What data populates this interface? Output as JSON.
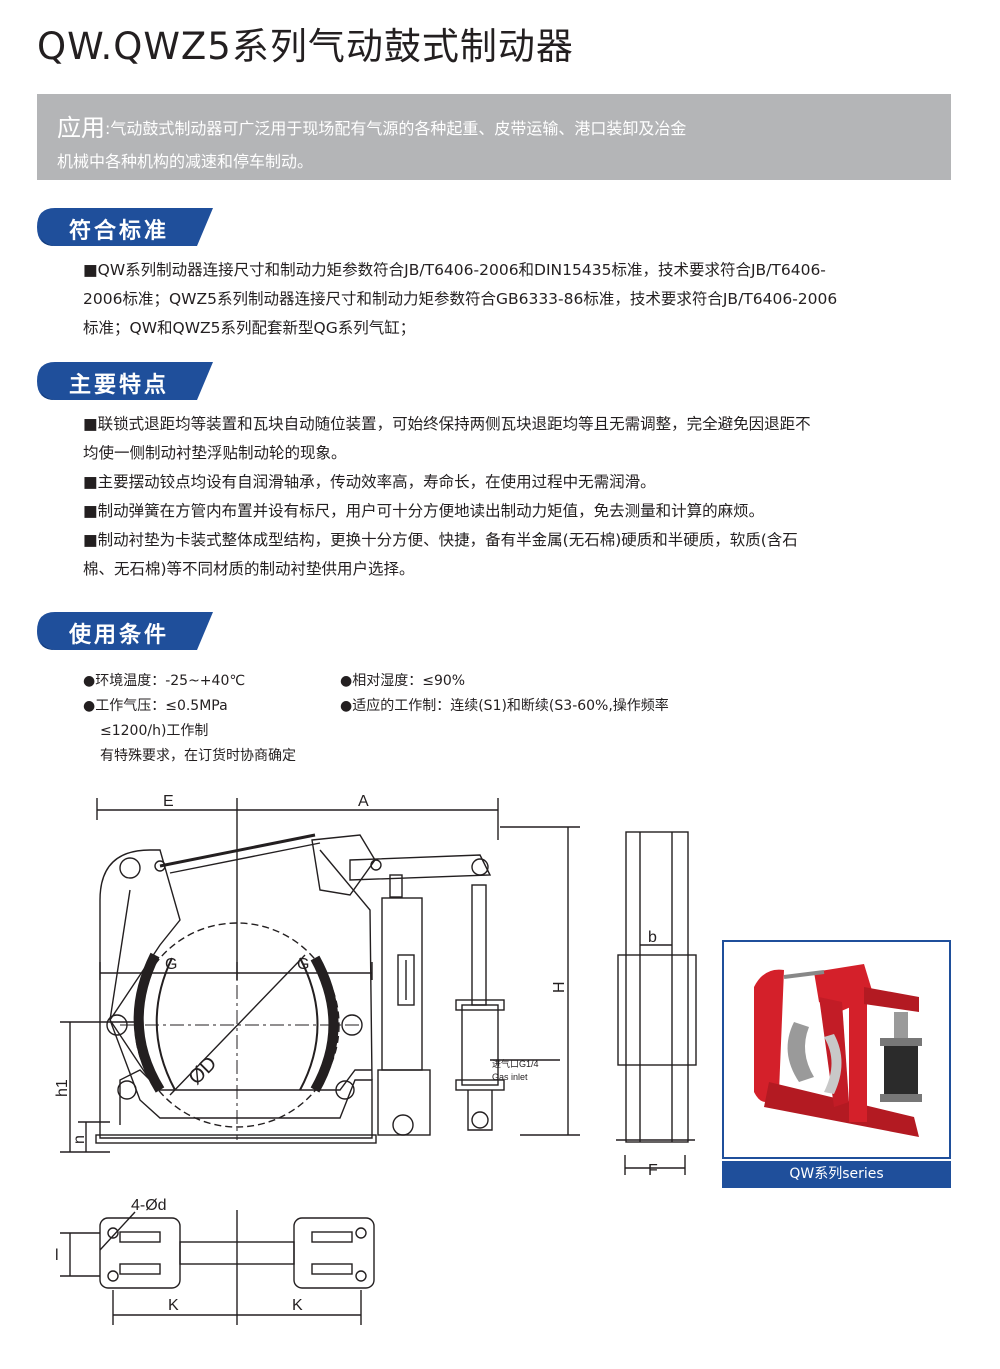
{
  "title": "QW.QWZ5系列气动鼓式制动器",
  "application": {
    "label": "应用",
    "line1": ":气动鼓式制动器可广泛用于现场配有气源的各种起重、皮带运输、港口装卸及冶金",
    "line2": "机械中各种机构的减速和停车制动。"
  },
  "standards": {
    "heading": "符合标准",
    "lines": [
      "■QW系列制动器连接尺寸和制动力矩参数符合JB/T6406-2006和DIN15435标准，技术要求符合JB/T6406-",
      "2006标准；QWZ5系列制动器连接尺寸和制动力矩参数符合GB6333-86标准，技术要求符合JB/T6406-2006",
      "标准；QW和QWZ5系列配套新型QG系列气缸；"
    ]
  },
  "features": {
    "heading": "主要特点",
    "lines": [
      "■联锁式退距均等装置和瓦块自动随位装置，可始终保持两侧瓦块退距均等且无需调整，完全避免因退距不",
      "均使一侧制动衬垫浮贴制动轮的现象。",
      "■主要摆动铰点均设有自润滑轴承，传动效率高，寿命长，在使用过程中无需润滑。",
      "■制动弹簧在方管内布置并设有标尺，用户可十分方便地读出制动力矩值，免去测量和计算的麻烦。",
      "■制动衬垫为卡装式整体成型结构，更换十分方便、快捷，备有半金属(无石棉)硬质和半硬质，软质(含石",
      "棉、无石棉)等不同材质的制动衬垫供用户选择。"
    ]
  },
  "conditions": {
    "heading": "使用条件",
    "env_temp": "●环境温度：-25~+40℃",
    "humidity": "●相对湿度：≤90%",
    "pressure": "●工作气压：≤0.5MPa",
    "duty": "●适应的工作制：连续(S1)和断续(S3-60%,操作频率",
    "duty_cont": "≤1200/h)工作制",
    "special": "有特殊要求，在订货时协商确定"
  },
  "diagram": {
    "E": "E",
    "A": "A",
    "H": "H",
    "h1": "h1",
    "n": "n",
    "G": "G",
    "D": "ØD",
    "b": "b",
    "F": "F",
    "d": "4-Ød",
    "l": "l",
    "K": "K",
    "inlet_cn": "进气口G1/4",
    "inlet_en": "Gas inlet"
  },
  "photo_caption": "QW系列series",
  "colors": {
    "heading_blue": "#1f4f9b",
    "app_gray": "#b4b5b7",
    "product_red": "#d4202a"
  }
}
